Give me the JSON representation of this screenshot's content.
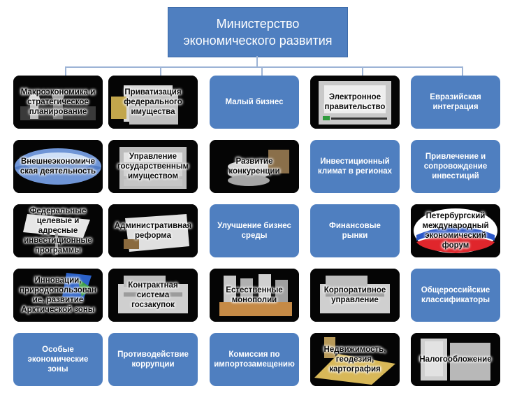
{
  "header": {
    "title": "Министерство\nэкономического развития"
  },
  "tiles": [
    {
      "label": "Макроэкономика  и\nстратегическое\nпланирование",
      "style": "dark",
      "icon": "chess-icon"
    },
    {
      "label": "Приватизация\nфедерального\nимущества",
      "style": "dark",
      "icon": "files-icon"
    },
    {
      "label": "Малый бизнес",
      "style": "blue",
      "icon": ""
    },
    {
      "label": "Электронное\nправительство",
      "style": "dark",
      "icon": "monitor-icon"
    },
    {
      "label": "Евразийская\nинтеграция",
      "style": "blue",
      "icon": ""
    },
    {
      "label": "Внешнеэкономиче\nская деятельность",
      "style": "dark",
      "icon": "globe-icon"
    },
    {
      "label": "Управление\nгосударственным\nимуществом",
      "style": "dark",
      "icon": "cabinet-icon"
    },
    {
      "label": "Развитие\nконкуренции",
      "style": "dark",
      "icon": "coins-icon"
    },
    {
      "label": "Инвестиционный\nклимат в регионах",
      "style": "blue",
      "icon": ""
    },
    {
      "label": "Привлечение и\nсопровождение\nинвестиций",
      "style": "blue",
      "icon": ""
    },
    {
      "label": "Федеральные\nцелевые и\nадресные\nинвестиционные\nпрограммы",
      "style": "dark",
      "icon": "flag-icon"
    },
    {
      "label": "Административная\nреформа",
      "style": "dark",
      "icon": "document-pen-icon"
    },
    {
      "label": "Улучшение бизнес\nсреды",
      "style": "blue",
      "icon": ""
    },
    {
      "label": "Финансовые\nрынки",
      "style": "blue",
      "icon": ""
    },
    {
      "label": "Петербургский\nмеждународный\nэкономический\nфорум",
      "style": "dark",
      "icon": "russia-flag-oval-icon"
    },
    {
      "label": "Инновации,\nприродопользован\nие, развитие\nАрктической зоны",
      "style": "dark",
      "icon": "leaf-icon"
    },
    {
      "label": "Контрактная\nсистема\nгосзакупок",
      "style": "dark",
      "icon": "register-icon"
    },
    {
      "label": "Естественные\nмонополии",
      "style": "dark",
      "icon": "factory-icon"
    },
    {
      "label": "Корпоративное\nуправление",
      "style": "dark",
      "icon": "register-icon"
    },
    {
      "label": "Общероссийские\nклассификаторы",
      "style": "blue",
      "icon": ""
    },
    {
      "label": "Особые\nэкономические\nзоны",
      "style": "blue",
      "icon": ""
    },
    {
      "label": "Противодействие\nкоррупции",
      "style": "blue",
      "icon": ""
    },
    {
      "label": "Комиссия по\nимпортозамещению",
      "style": "blue",
      "icon": ""
    },
    {
      "label": "Недвижимость,\nгеодезия,\nкартография",
      "style": "dark",
      "icon": "map-icon"
    },
    {
      "label": "Налогообложение",
      "style": "dark",
      "icon": "building-icon"
    }
  ],
  "colors": {
    "accent": "#4f7fc0",
    "connector": "#9db4d6"
  }
}
